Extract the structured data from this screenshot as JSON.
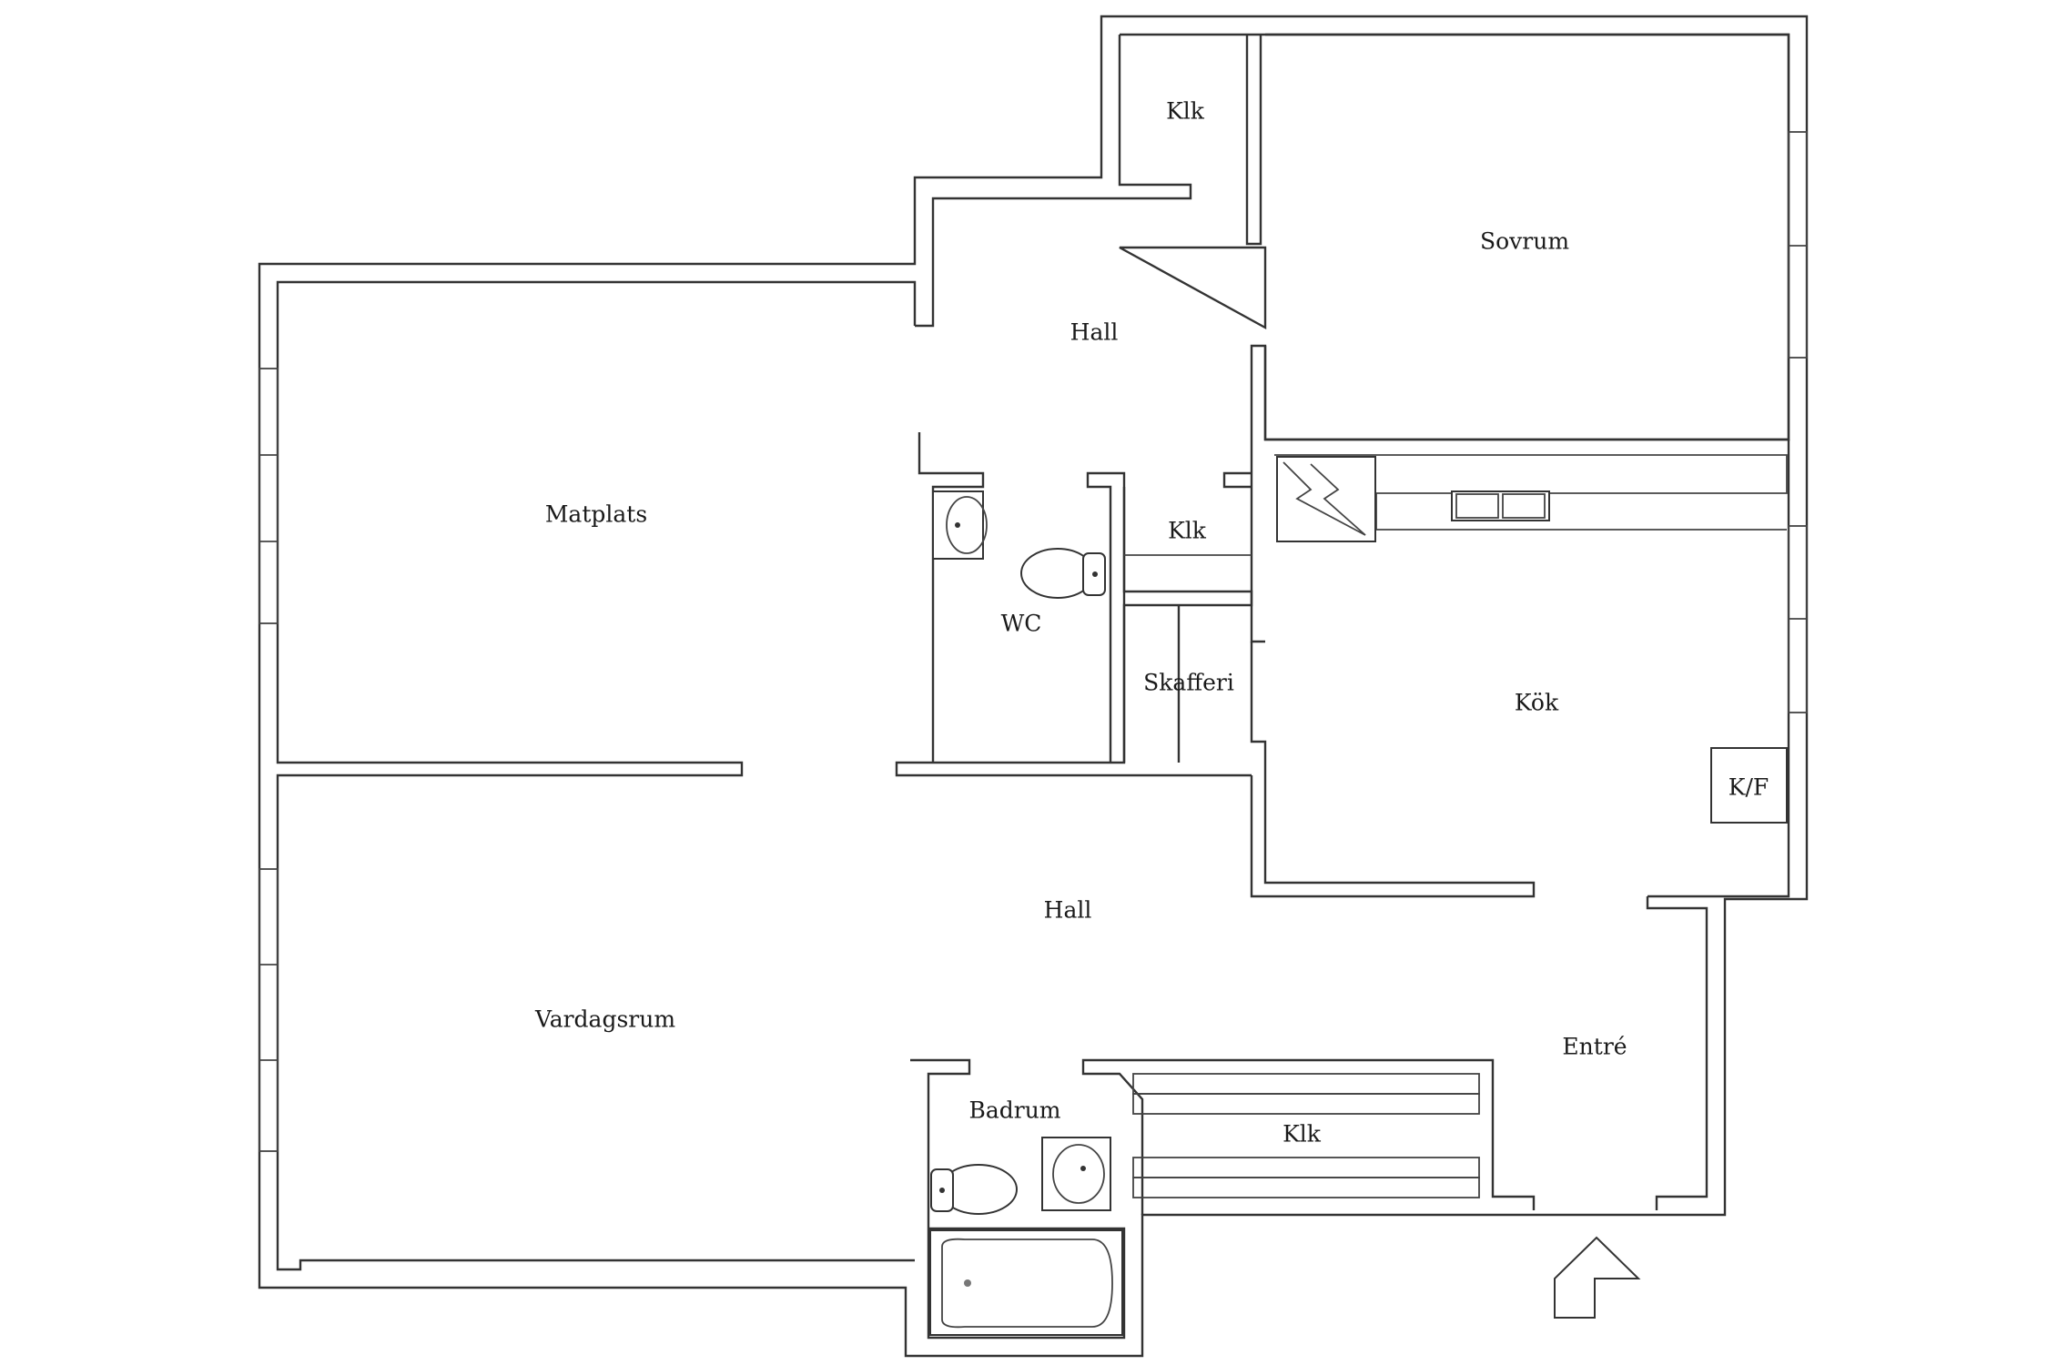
{
  "rooms": {
    "klk_top": "Klk",
    "sovrum": "Sovrum",
    "hall_upper": "Hall",
    "matplats": "Matplats",
    "klk_mid": "Klk",
    "wc": "WC",
    "skafferi": "Skafferi",
    "kok": "Kök",
    "kf": "K/F",
    "hall_lower": "Hall",
    "vardagsrum": "Vardagsrum",
    "entre": "Entré",
    "badrum": "Badrum",
    "klk_bottom": "Klk"
  },
  "icons": {
    "entrance": "entrance-arrow-icon",
    "stove": "stove-icon",
    "sink": "double-sink-icon"
  }
}
